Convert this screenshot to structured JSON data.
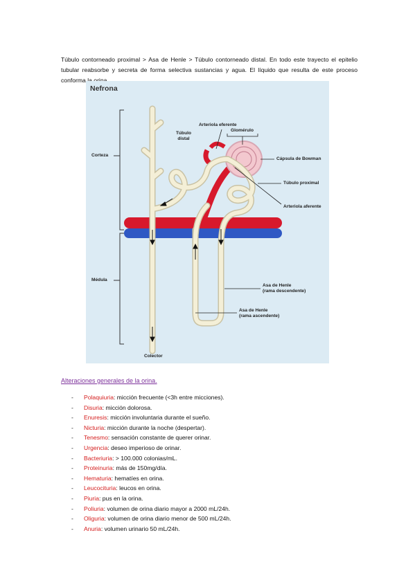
{
  "intro_text": "Túbulo contorneado proximal > Asa de Henle > Túbulo contorneado distal. En todo este trayecto el epitelio tubular reabsorbe y secreta de forma selectiva sustancias y agua. El líquido que resulta de este proceso conforma la orina.",
  "figure": {
    "title": "Nefrona",
    "labels": {
      "corteza": "Corteza",
      "medula": "Médula",
      "tubulo_distal_1": "Túbulo",
      "tubulo_distal_2": "distal",
      "arteriola_eferente": "Arteriola eferente",
      "glomerulo": "Glomérulo",
      "capsula": "Cápsula de Bowman",
      "tubulo_proximal": "Túbulo proximal",
      "arteriola_aferente": "Arteriola aferente",
      "henle_desc_1": "Asa de Henle",
      "henle_desc_2": "(rama descendente)",
      "henle_asc_1": "Asa de Henle",
      "henle_asc_2": "(rama ascendente)",
      "colector": "Colector"
    },
    "colors": {
      "artery": "#d7192c",
      "vein": "#2f58c4",
      "tubule": "#f4efd7",
      "tubule_stroke": "#c9c2a4",
      "background": "#dcebf4"
    }
  },
  "section_title": "Alteraciones generales de la orina.",
  "alterations": [
    {
      "term": "Polaquiuria",
      "desc": ": micción frecuente (<3h entre micciones)."
    },
    {
      "term": "Disuria",
      "desc": ": micción dolorosa."
    },
    {
      "term": "Enuresis",
      "desc": ": micción involuntaria durante el sueño."
    },
    {
      "term": "Nicturia",
      "desc": ": micción durante la noche (despertar)."
    },
    {
      "term": "Tenesmo",
      "desc": ": sensación constante de querer orinar."
    },
    {
      "term": "Urgencia",
      "desc": ": deseo imperioso de orinar."
    },
    {
      "term": "Bacteriuria",
      "desc": ": > 100.000 colonias/mL."
    },
    {
      "term": "Proteinuria",
      "desc": ": más de 150mg/día."
    },
    {
      "term": "Hematuria",
      "desc": ": hematíes en orina."
    },
    {
      "term": "Leucocituria",
      "desc": ": leucos en orina."
    },
    {
      "term": "Piuria",
      "desc": ": pus en la orina."
    },
    {
      "term": "Poliuria",
      "desc": ": volumen de orina diario mayor a 2000 mL/24h."
    },
    {
      "term": "Oliguria",
      "desc": ": volumen de orina diario menor de 500 mL/24h."
    },
    {
      "term": "Anuria",
      "desc": ": volumen urinario 50 mL/24h."
    }
  ]
}
